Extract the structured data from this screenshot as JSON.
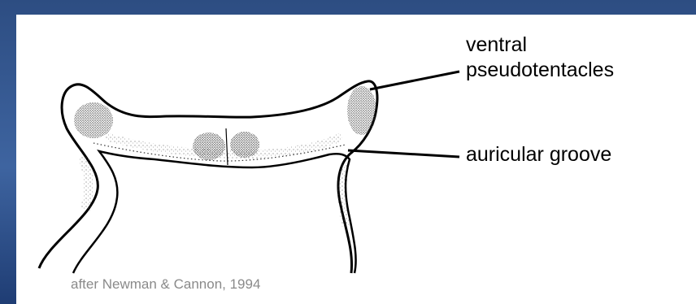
{
  "diagram": {
    "labels": {
      "ventral": "ventral",
      "pseudotentacles": "pseudotentacles",
      "auricular_groove": "auricular groove"
    },
    "credit": "after Newman & Cannon, 1994"
  },
  "colors": {
    "background": "#2d4d82",
    "panel": "#ffffff",
    "line": "#000000",
    "credit_text": "#8a8a8a"
  }
}
